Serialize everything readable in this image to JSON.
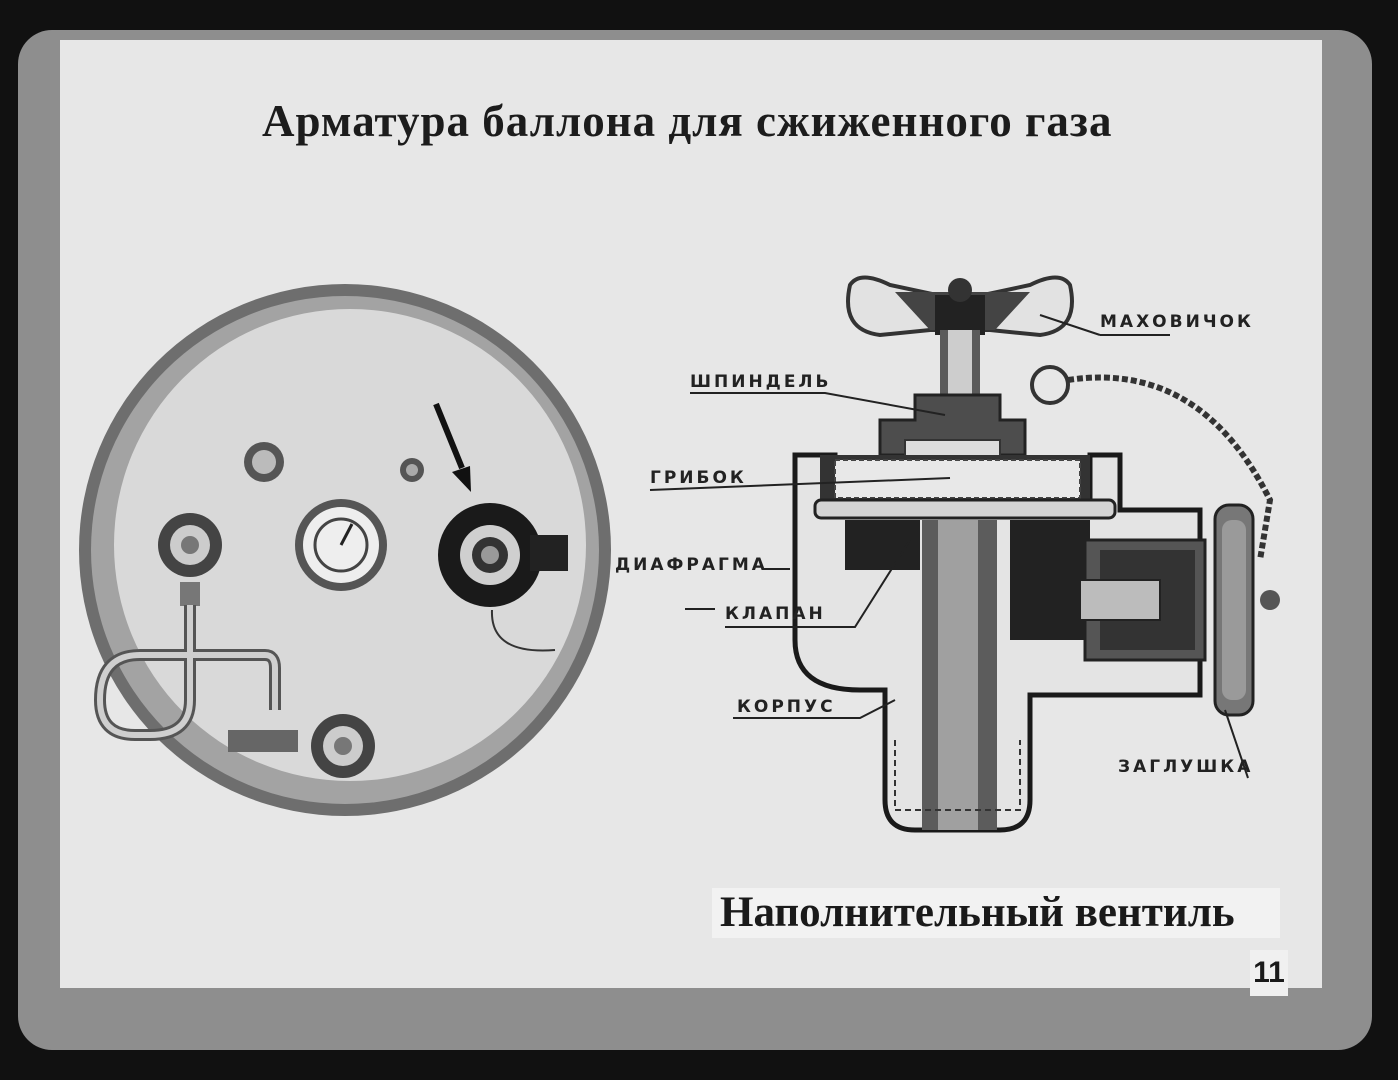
{
  "title": "Арматура баллона для сжиженного газа",
  "subtitle": "Наполнительный вентиль",
  "page_number": "11",
  "labels": {
    "handwheel": "МАХОВИЧОК",
    "spindle": "ШПИНДЕЛЬ",
    "mushroom": "ГРИБОК",
    "diaphragm": "ДИАФРАГМА",
    "valve": "КЛАПАН",
    "body": "КОРПУС",
    "plug": "ЗАГЛУШКА"
  }
}
